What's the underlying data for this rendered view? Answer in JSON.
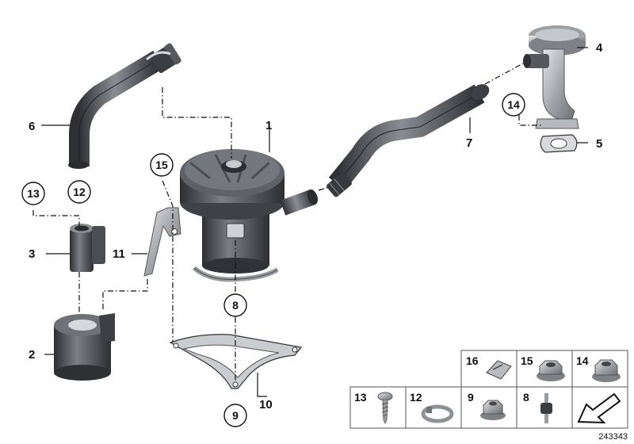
{
  "labels": {
    "p1": "1",
    "p2": "2",
    "p3": "3",
    "p4": "4",
    "p5": "5",
    "p6": "6",
    "p7": "7",
    "p8": "8",
    "p9": "9",
    "p10": "10",
    "p11": "11",
    "p12": "12",
    "p13": "13",
    "p14": "14",
    "p15": "15"
  },
  "legend": {
    "row1": [
      "16",
      "15",
      "14"
    ],
    "row2": [
      "13",
      "12",
      "9",
      "8"
    ]
  },
  "reference_number": "243343",
  "colors": {
    "part_dark": "#3f4247",
    "part_mid": "#6b6f75",
    "part_light": "#a9adb3",
    "metal": "#c9ccd0",
    "line": "#111111"
  }
}
